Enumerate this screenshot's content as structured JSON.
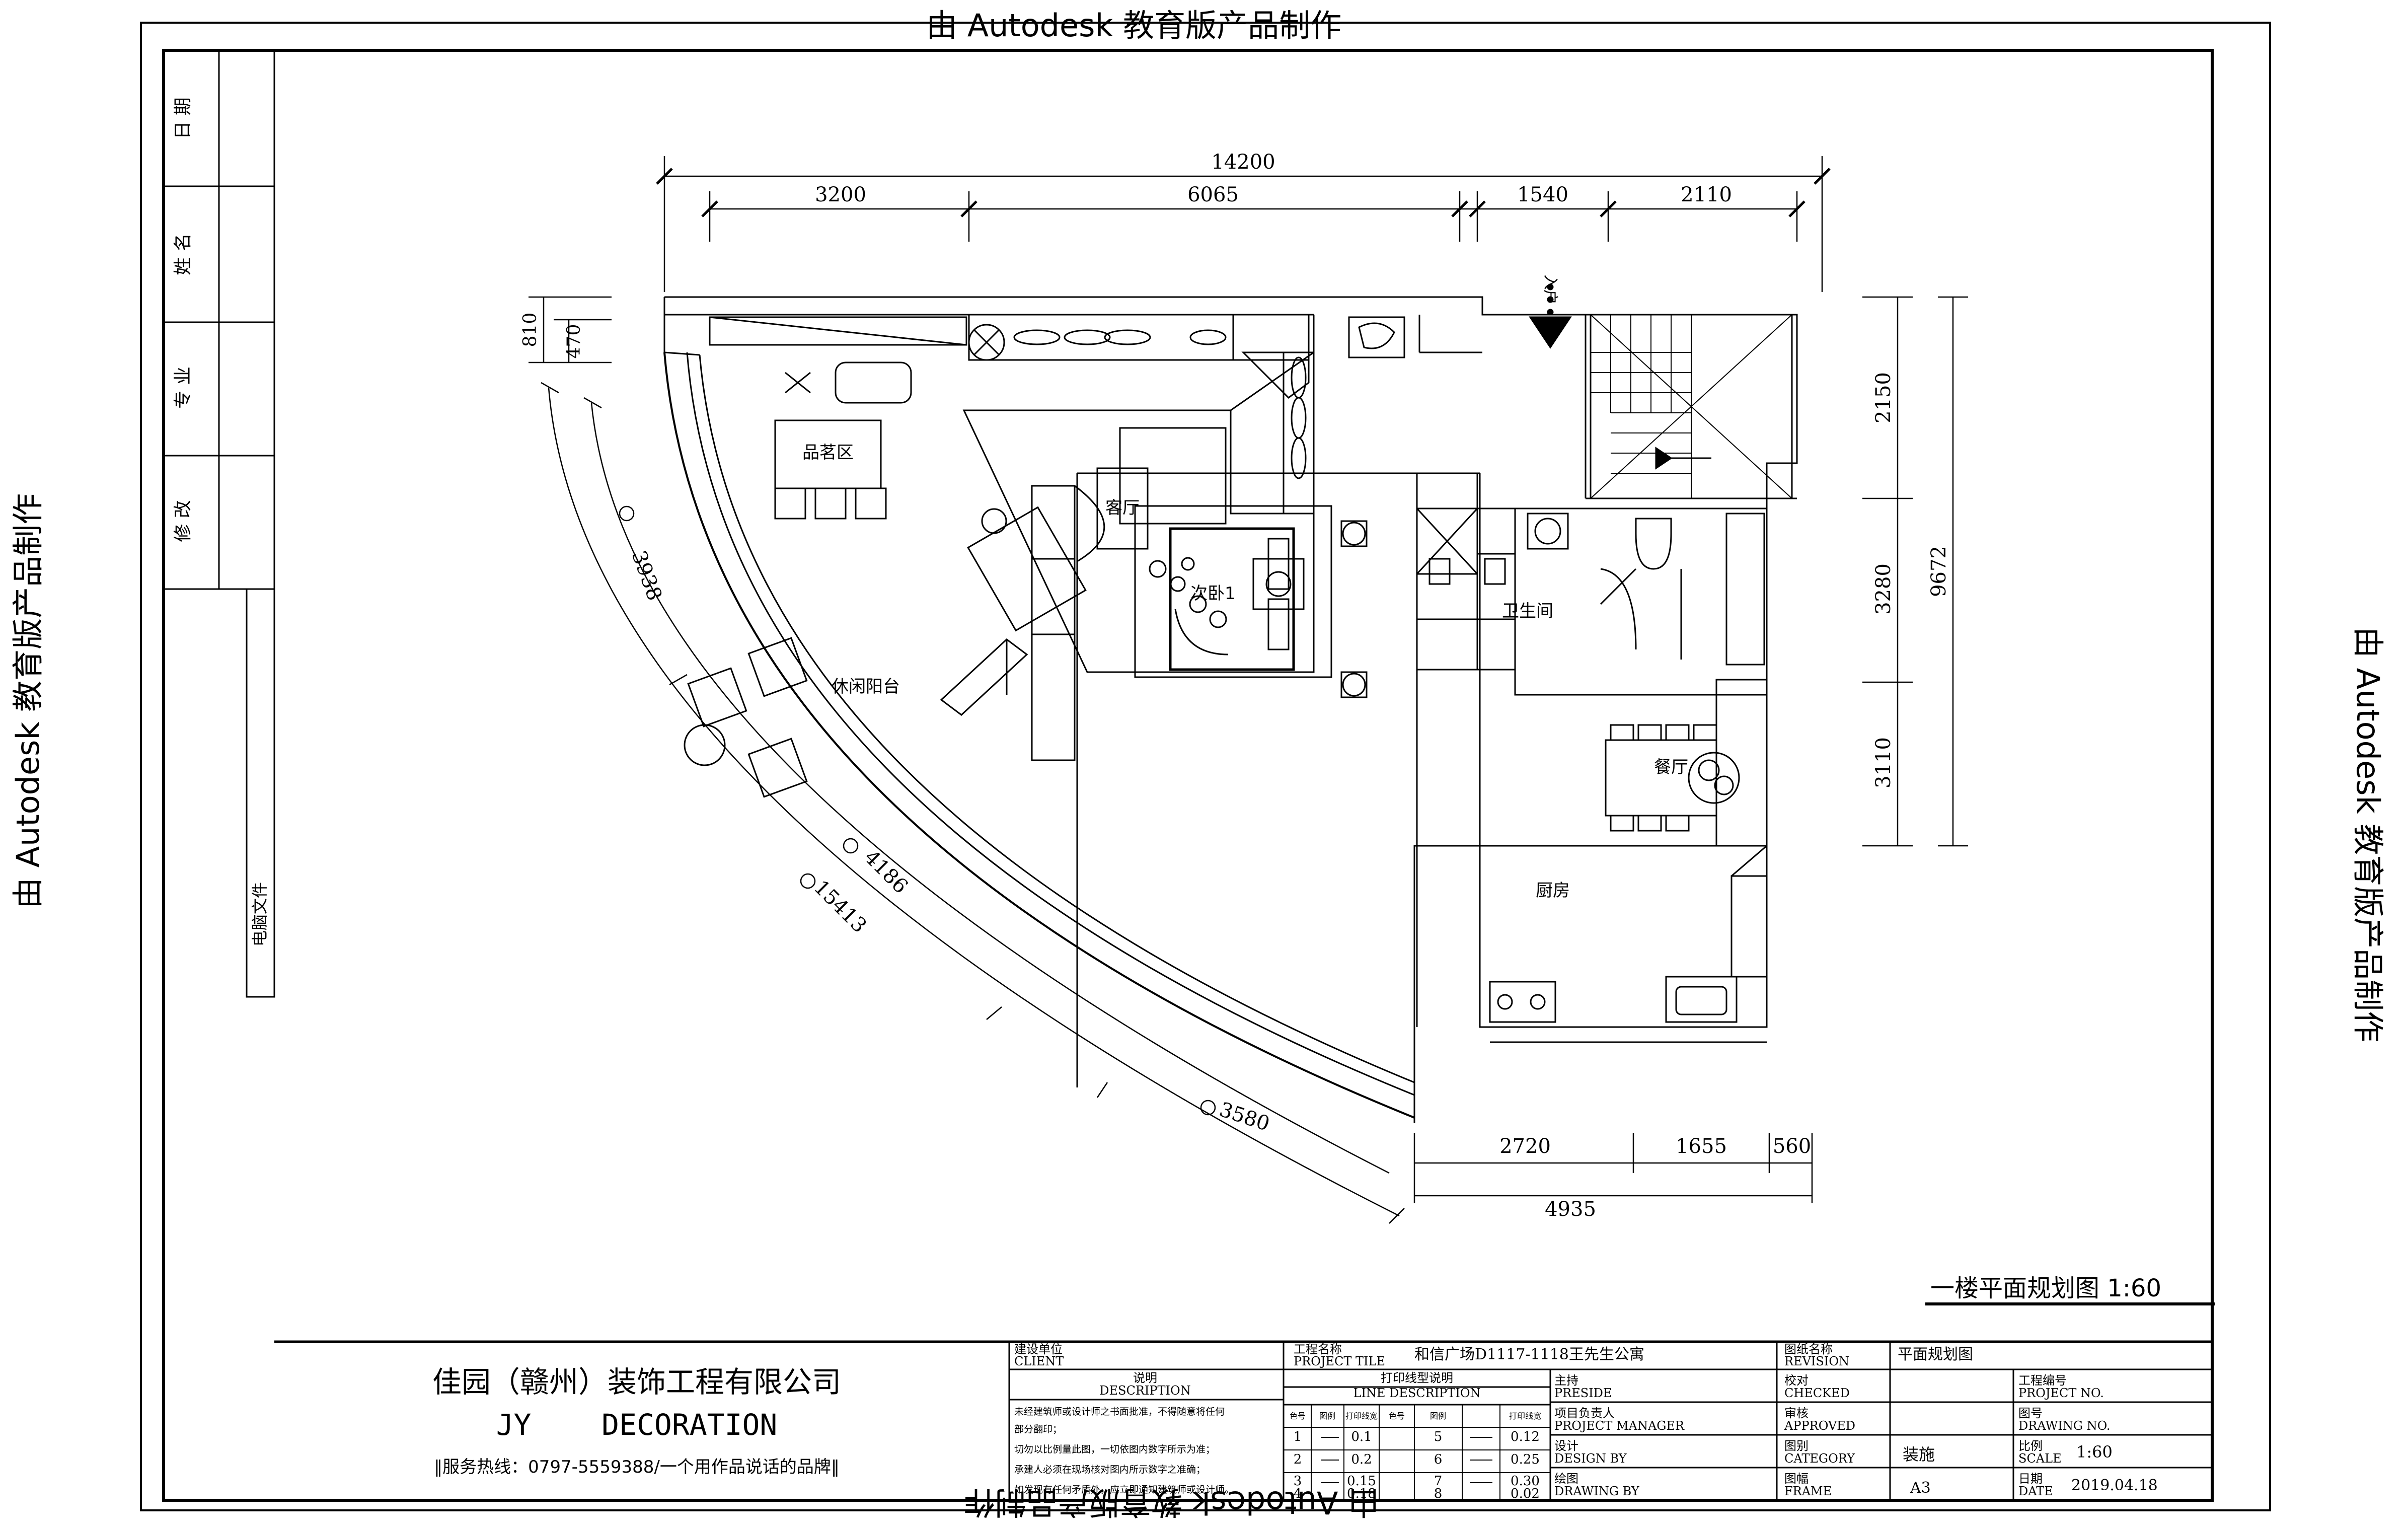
{
  "watermark": "由 Autodesk 教育版产品制作",
  "revision_table": {
    "cols": [
      "日 期",
      "姓 名",
      "专 业",
      "修 改"
    ],
    "file_label": "电脑文件"
  },
  "dimensions": {
    "top_total": "14200",
    "top_segments": [
      "3200",
      "6065",
      "1540",
      "2110"
    ],
    "left_small": [
      "810",
      "470"
    ],
    "right_segments": [
      "2150",
      "3280",
      "3110"
    ],
    "right_total": "9672",
    "bottom_segments": [
      "2720",
      "1655",
      "560"
    ],
    "bottom_total": "4935",
    "arc_labels": [
      "3938",
      "4186",
      "15413",
      "3580"
    ]
  },
  "rooms": {
    "tea": "品茗区",
    "living": "客厅",
    "balcony": "休闲阳台",
    "bath": "卫生间",
    "dining": "餐厅",
    "bedroom": "次卧1",
    "kitchen": "厨房",
    "entry": "入户"
  },
  "drawing_title": "一楼平面规划图  1:60",
  "title_block": {
    "company": "佳园（赣州）装饰工程有限公司",
    "company_en": "JY    DECORATION",
    "hotline": "‖服务热线：0797-5559388/一个用作品说话的品牌‖",
    "client_cn": "建设单位",
    "client_en": "CLIENT",
    "project_title_cn": "工程名称",
    "project_title_en": "PROJECT TILE",
    "project_value": "和信广场D1117-1118王先生公寓",
    "revision_cn": "图纸名称",
    "revision_en": "REVISION",
    "revision_value": "平面规划图",
    "desc_cn": "说明",
    "desc_en": "DESCRIPTION",
    "desc_lines": [
      "未经建筑师或设计师之书面批准，不得随意将任何",
      "部分翻印；",
      "切勿以比例量此图，一切依图内数字所示为准；",
      "承建人必须在现场核对图内所示数字之准确；",
      "如发现有任何矛盾处，应立即通知建筑师或设计师。"
    ],
    "line_desc_cn": "打印线型说明",
    "line_desc_en": "LINE DESCRIPTION",
    "line_headers": [
      "色号",
      "图例",
      "打印线宽",
      "色号",
      "图例",
      "打印线宽"
    ],
    "line_rows": [
      [
        "1",
        "0.1",
        "5",
        "0.12"
      ],
      [
        "2",
        "0.2",
        "6",
        "0.25"
      ],
      [
        "3",
        "0.15",
        "7",
        "0.30"
      ],
      [
        "4",
        "0.18",
        "8",
        "0.02"
      ]
    ],
    "preside_cn": "主持",
    "preside_en": "PRESIDE",
    "pm_cn": "项目负责人",
    "pm_en": "PROJECT MANAGER",
    "design_cn": "设计",
    "design_en": "DESIGN BY",
    "drawing_cn": "绘图",
    "drawing_en": "DRAWING BY",
    "checked_cn": "校对",
    "checked_en": "CHECKED",
    "approved_cn": "审核",
    "approved_en": "APPROVED",
    "category_cn": "图别",
    "category_en": "CATEGORY",
    "category_value": "装施",
    "frame_cn": "图幅",
    "frame_en": "FRAME",
    "frame_value": "A3",
    "project_no_cn": "工程编号",
    "project_no_en": "PROJECT NO.",
    "drawing_no_cn": "图号",
    "drawing_no_en": "DRAWING NO.",
    "scale_cn": "比例",
    "scale_en": "SCALE",
    "scale_value": "1:60",
    "date_cn": "日期",
    "date_en": "DATE",
    "date_value": "2019.04.18"
  }
}
